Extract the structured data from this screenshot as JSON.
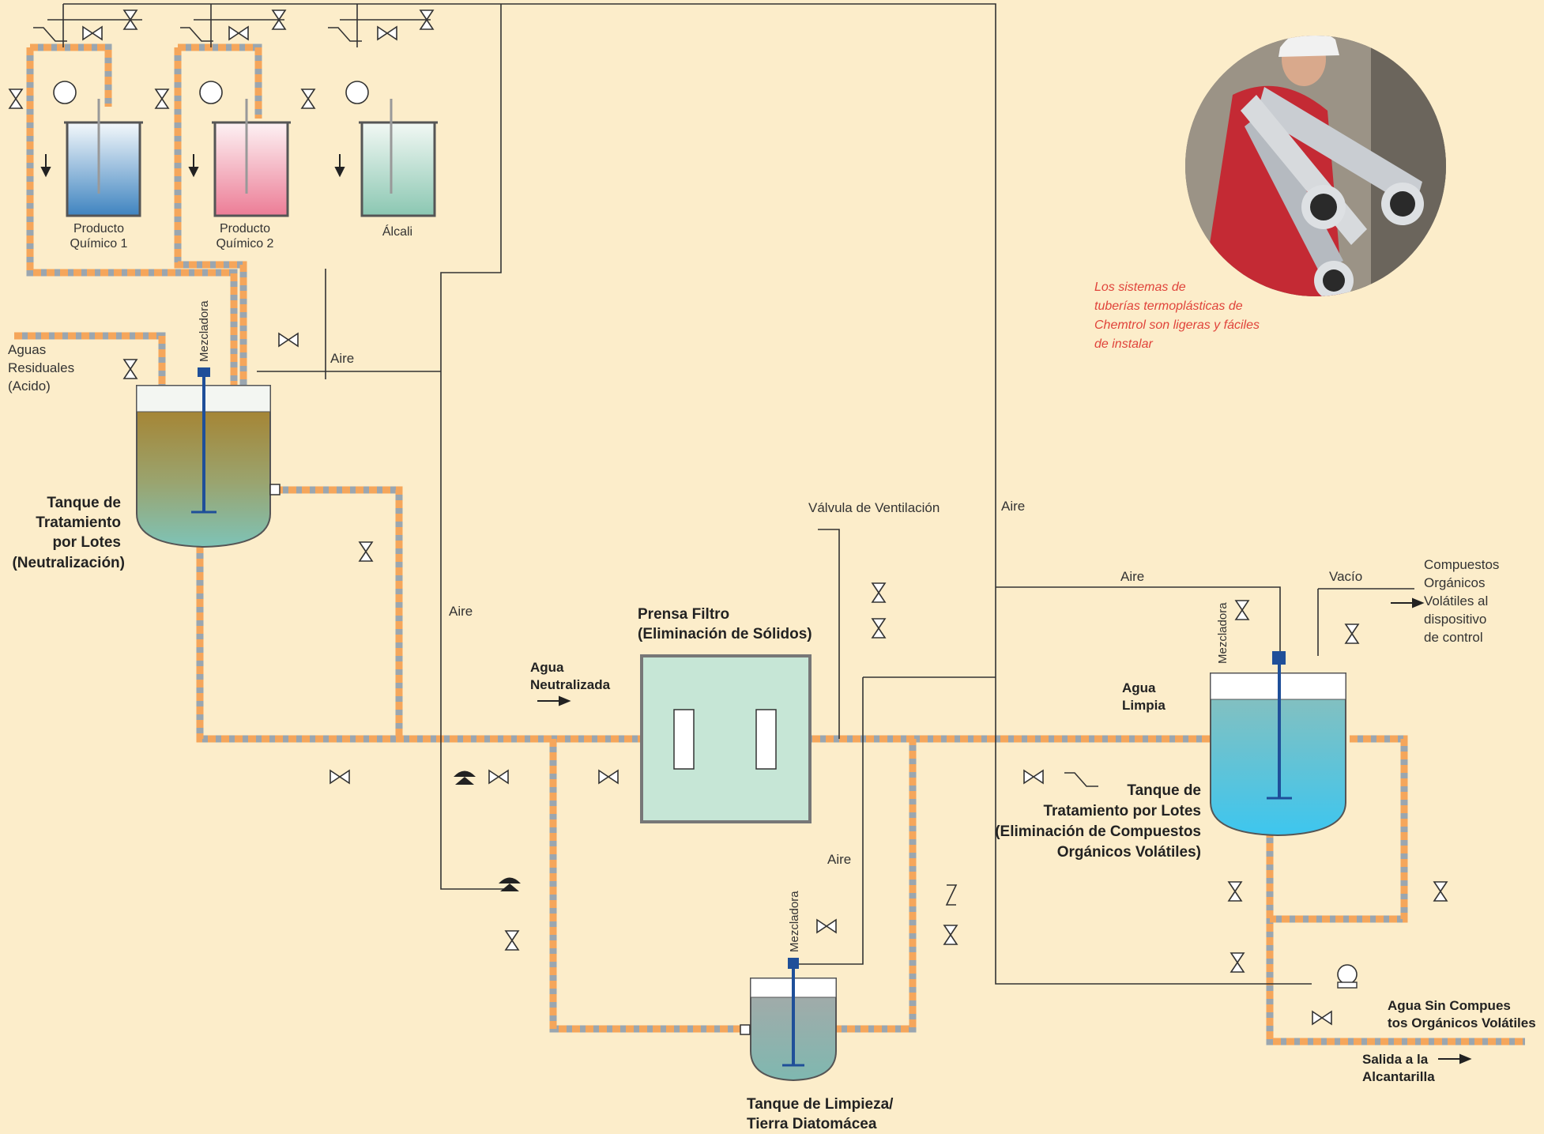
{
  "tanks": {
    "chem1": {
      "line1": "Producto",
      "line2": "Químico 1"
    },
    "chem2": {
      "line1": "Producto",
      "line2": "Químico 2"
    },
    "alkali": {
      "line1": "Álcali"
    },
    "batch": {
      "line1": "Tanque de",
      "line2": "Tratamiento",
      "line3": "por Lotes",
      "line4": "(Neutralización)"
    },
    "voc": {
      "line1": "Tanque de",
      "line2": "Tratamiento por Lotes",
      "line3": "(Eliminación de Compuestos",
      "line4": "Orgánicos Volátiles)"
    },
    "cleaning": {
      "line1": "Tanque de Limpieza/",
      "line2": "Tierra Diatomácea"
    }
  },
  "mixer_label": "Mezcladora",
  "filter": {
    "line1": "Prensa Filtro",
    "line2": "(Eliminación de Sólidos)"
  },
  "labels": {
    "aguas": {
      "l1": "Aguas",
      "l2": "Residuales",
      "l3": "(Acido)"
    },
    "aire": "Aire",
    "vacio": "Vacío",
    "vent": "Válvula de Ventilación",
    "agua_neutra": {
      "l1": "Agua",
      "l2": "Neutralizada"
    },
    "agua_limpia": {
      "l1": "Agua",
      "l2": "Limpia"
    },
    "compuestos": {
      "l1": "Compuestos",
      "l2": "Orgánicos",
      "l3": "Volátiles al",
      "l4": "dispositivo",
      "l5": "de control"
    },
    "agua_sin": {
      "l1": "Agua Sin Compues",
      "l2": "tos Orgánicos Volátiles"
    },
    "salida": {
      "l1": "Salida a la",
      "l2": "Alcantarilla"
    }
  },
  "photo_caption": {
    "l1": "Los sistemas de",
    "l2": "tuberías termoplásticas de",
    "l3": "Chemtrol son ligeras y fáciles",
    "l4": "de instalar"
  },
  "colors": {
    "background": "#fcedca",
    "pipe": "#f5a65b",
    "caption": "#e0443b",
    "filter_fill": "#c6e6d6"
  }
}
